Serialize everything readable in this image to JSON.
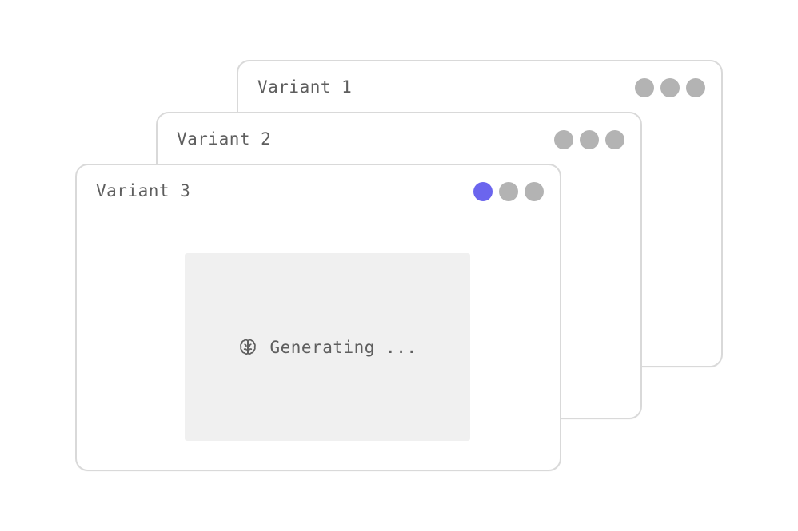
{
  "windows": [
    {
      "title": "Variant 1"
    },
    {
      "title": "Variant 2"
    },
    {
      "title": "Variant 3"
    }
  ],
  "placeholder": {
    "icon": "brain-icon",
    "status_text": "Generating ..."
  },
  "colors": {
    "active_dot": "#6b65ee",
    "inactive_dot": "#b3b3b3",
    "placeholder_bg": "#f0f0f0",
    "window_border": "#d9d9d9"
  }
}
